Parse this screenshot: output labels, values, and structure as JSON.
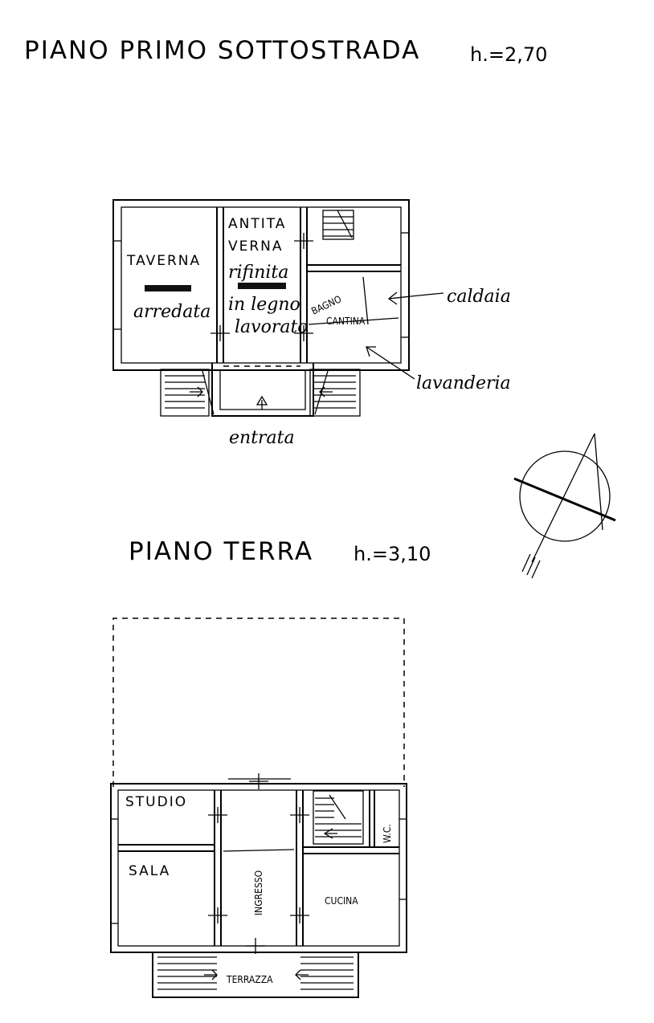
{
  "basement": {
    "title": "PIANO PRIMO SOTTOSTRADA",
    "height": "h.=2,70",
    "rooms": {
      "taverna": "TAVERNA",
      "taverna_note": "arredata",
      "antitaverna_l1": "ANTITA",
      "antitaverna_l2": "VERNA",
      "antitaverna_n1": "rifinita",
      "antitaverna_n2": "in legno",
      "antitaverna_n3": "lavorato",
      "bagno": "BAGNO",
      "cantina": "CANTINA"
    },
    "annotations": {
      "caldaia": "caldaia",
      "lavanderia": "lavanderia",
      "entrata": "entrata"
    }
  },
  "ground": {
    "title": "PIANO TERRA",
    "height": "h.=3,10",
    "rooms": {
      "studio": "STUDIO",
      "sala": "SALA",
      "ingresso": "INGRESSO",
      "cucina": "CUCINA",
      "wc": "W.C.",
      "terrazza": "TERRAZZA"
    }
  }
}
